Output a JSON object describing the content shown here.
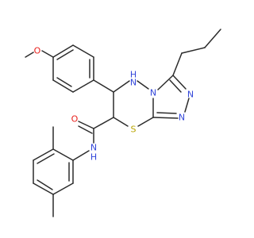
{
  "molecule": {
    "atoms": {
      "methoxy_o": {
        "text": "O",
        "color": "#e8201c"
      },
      "ring_nh": {
        "text": "H",
        "color": "#3246d9"
      },
      "ring_n": {
        "text": "N",
        "color": "#3246d9"
      },
      "ring_n4": {
        "text": "N",
        "color": "#3246d9"
      },
      "triazole_n_upper": {
        "text": "N",
        "color": "#3246d9"
      },
      "triazole_n_lower": {
        "text": "N",
        "color": "#3246d9"
      },
      "thio_s": {
        "text": "S",
        "color": "#b8a400"
      },
      "amide_o": {
        "text": "O",
        "color": "#e8201c"
      },
      "amide_n": {
        "text": "N",
        "color": "#3246d9"
      },
      "amide_h": {
        "text": "H",
        "color": "#3246d9"
      }
    },
    "bond_color": "#2b2b2b"
  }
}
